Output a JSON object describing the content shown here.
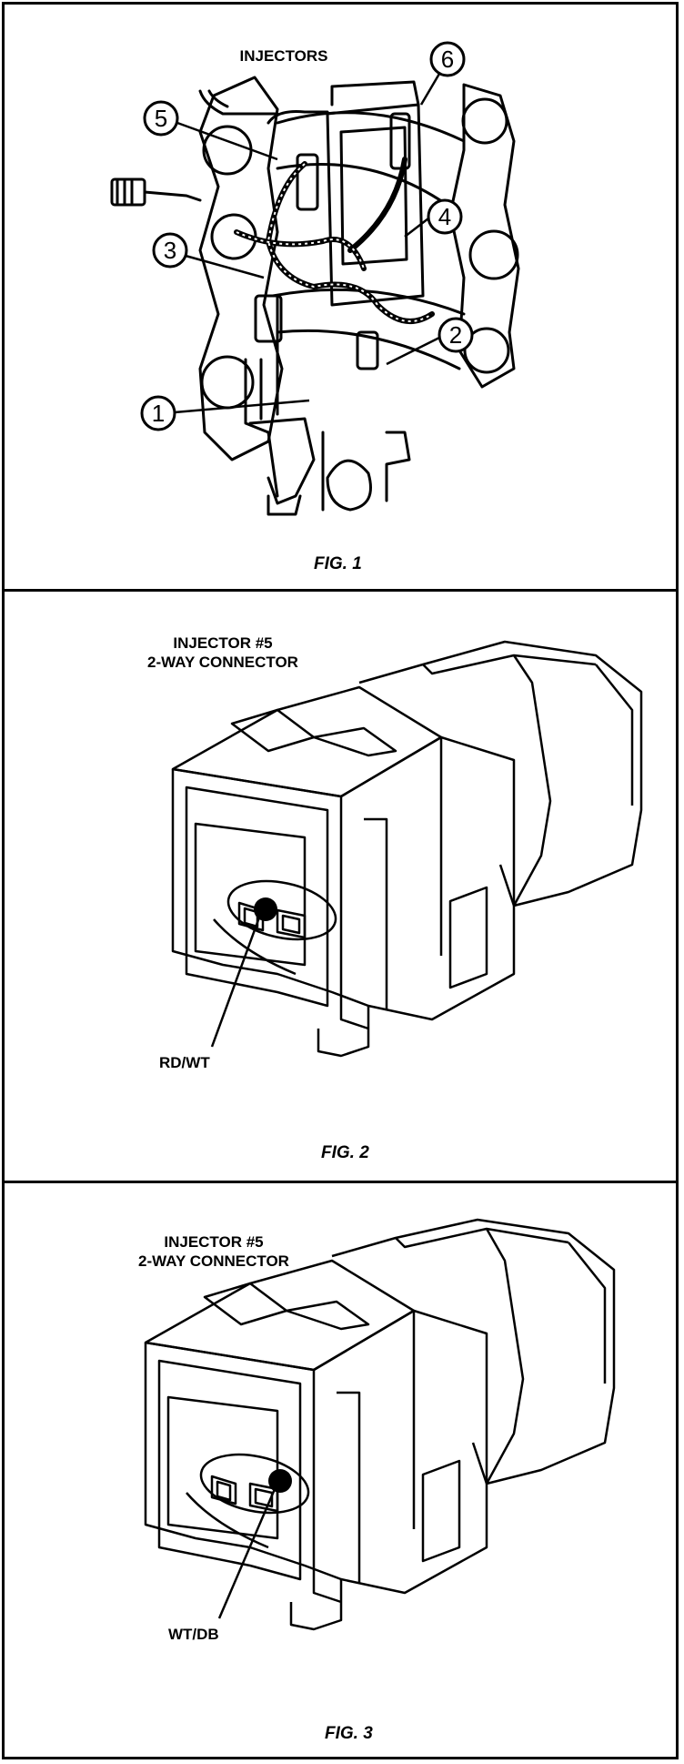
{
  "fig1": {
    "title": "INJECTORS",
    "caption": "FIG. 1",
    "callouts": [
      "1",
      "2",
      "3",
      "4",
      "5",
      "6"
    ]
  },
  "fig2": {
    "title_line1": "INJECTOR #5",
    "title_line2": "2-WAY CONNECTOR",
    "wire_label": "RD/WT",
    "caption": "FIG. 2"
  },
  "fig3": {
    "title_line1": "INJECTOR #5",
    "title_line2": "2-WAY CONNECTOR",
    "wire_label": "WT/DB",
    "caption": "FIG. 3"
  }
}
